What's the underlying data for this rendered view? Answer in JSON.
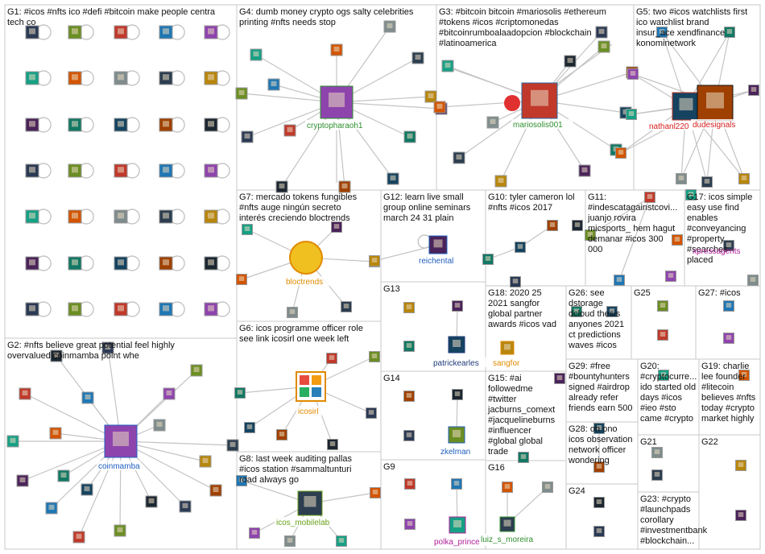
{
  "colors": {
    "edge": "#c4c4c4",
    "box": "#c8c8c8",
    "highlight_edge": "#e8a0a0",
    "green_label": "#2f8f2f",
    "blue_label": "#1f5fbf",
    "orange_label": "#e08a00",
    "magenta_label": "#b0209a",
    "red_label": "#d81f1f",
    "lime_label": "#6aa11a"
  },
  "groups": [
    {
      "id": "G1",
      "lines": [
        "G1: #icos #nfts ico #defi #bitcoin make people centra",
        "tech co"
      ]
    },
    {
      "id": "G2",
      "lines": [
        "G2: #nfts believe great potential feel highly",
        "overvalued coinmamba point whe"
      ]
    },
    {
      "id": "G3",
      "lines": [
        "G3: #bitcoin bitcoin #mariosolis #ethereum",
        "#tokens #icos #criptomonedas",
        "#bitcoinrumboalaadopcion #blockchain",
        "#latinoamerica"
      ]
    },
    {
      "id": "G4",
      "lines": [
        "G4: dumb money crypto ogs salty celebrities",
        "printing #nfts needs stop"
      ]
    },
    {
      "id": "G5",
      "lines": [
        "G5: two #icos watchlists first",
        "ico watchlist brand",
        "insur_ace xendfinance",
        "konominetwork"
      ]
    },
    {
      "id": "G6",
      "lines": [
        "G6: icos programme officer role",
        "see link icosirl one week left"
      ]
    },
    {
      "id": "G7",
      "lines": [
        "G7: mercado tokens fungibles",
        "#nfts auge ningún secreto",
        "interés creciendo bloctrends"
      ]
    },
    {
      "id": "G8",
      "lines": [
        "G8: last week auditing pallas",
        "#icos station #sammaltunturi",
        "road always go"
      ]
    },
    {
      "id": "G9",
      "lines": [
        "G9"
      ]
    },
    {
      "id": "G10",
      "lines": [
        "G10: tyler cameron lol",
        "#nfts #icos 2017"
      ]
    },
    {
      "id": "G11",
      "lines": [
        "G11:",
        "#indescatagainstcovi...",
        "juanjo rovira",
        "micsports_ hem hagut",
        "demanar #icos 300",
        "000"
      ]
    },
    {
      "id": "G12",
      "lines": [
        "G12: learn live small",
        "group online seminars",
        "march 24 31 plain"
      ]
    },
    {
      "id": "G13",
      "lines": [
        "G13"
      ]
    },
    {
      "id": "G14",
      "lines": [
        "G14"
      ]
    },
    {
      "id": "G15",
      "lines": [
        "G15: #ai",
        "followedme",
        "#twitter",
        "jacburns_comext",
        "#jacquelineburns",
        "#influencer",
        "#global global",
        "trade"
      ]
    },
    {
      "id": "G16",
      "lines": [
        "G16"
      ]
    },
    {
      "id": "G17",
      "lines": [
        "G17: icos simple",
        "easy use find",
        "enables",
        "#conveyancing",
        "#property",
        "#searches",
        "placed"
      ]
    },
    {
      "id": "G18",
      "lines": [
        "G18: 2020 25",
        "2021 sangfor",
        "global partner",
        "awards #icos vad"
      ]
    },
    {
      "id": "G19",
      "lines": [
        "G19: charlie",
        "lee founder",
        "#litecoin",
        "believes #nfts",
        "today #crypto",
        "market highly"
      ]
    },
    {
      "id": "G20",
      "lines": [
        "G20:",
        "#cryptocurre...",
        "ido started old",
        "days #icos",
        "#ieo #sto",
        "came #crypto"
      ]
    },
    {
      "id": "G21",
      "lines": [
        "G21"
      ]
    },
    {
      "id": "G22",
      "lines": [
        "G22"
      ]
    },
    {
      "id": "G23",
      "lines": [
        "G23: #crypto",
        "#launchpads",
        "corollary",
        "#investmentbank",
        "#blockchain..."
      ]
    },
    {
      "id": "G24",
      "lines": [
        "G24"
      ]
    },
    {
      "id": "G25",
      "lines": [
        "G25"
      ]
    },
    {
      "id": "G26",
      "lines": [
        "G26: see",
        "dstorage",
        "dcloud thesis",
        "anyones 2021",
        "ct predictions",
        "waves #icos"
      ]
    },
    {
      "id": "G27",
      "lines": [
        "G27: #icos"
      ]
    },
    {
      "id": "G28",
      "lines": [
        "G28: oh ono",
        "icos observation",
        "network officer",
        "wondering"
      ]
    },
    {
      "id": "G29",
      "lines": [
        "G29: #free",
        "#bountyhunters",
        "signed #airdrop",
        "already refer",
        "friends earn 500"
      ]
    }
  ],
  "labels": {
    "cryptopharaoh1": "cryptopharaoh1",
    "mariosolis001": "mariosolis001",
    "nathanl220": "nathanl220",
    "dudesignals": "dudesignals",
    "bloctrends": "bloctrends",
    "reichental": "reichental",
    "coinmamba": "coinmamba",
    "icosirl": "icosirl",
    "icos_mobilelab": "icos_mobilelab",
    "patrickearles": "patrickearles",
    "zkelman": "zkelman",
    "polka_prince": "polka_prince",
    "luiz_s_moreira": "luiz_s_moreira",
    "sangfor": "sangfor",
    "xpressagents": "xpressagents"
  }
}
